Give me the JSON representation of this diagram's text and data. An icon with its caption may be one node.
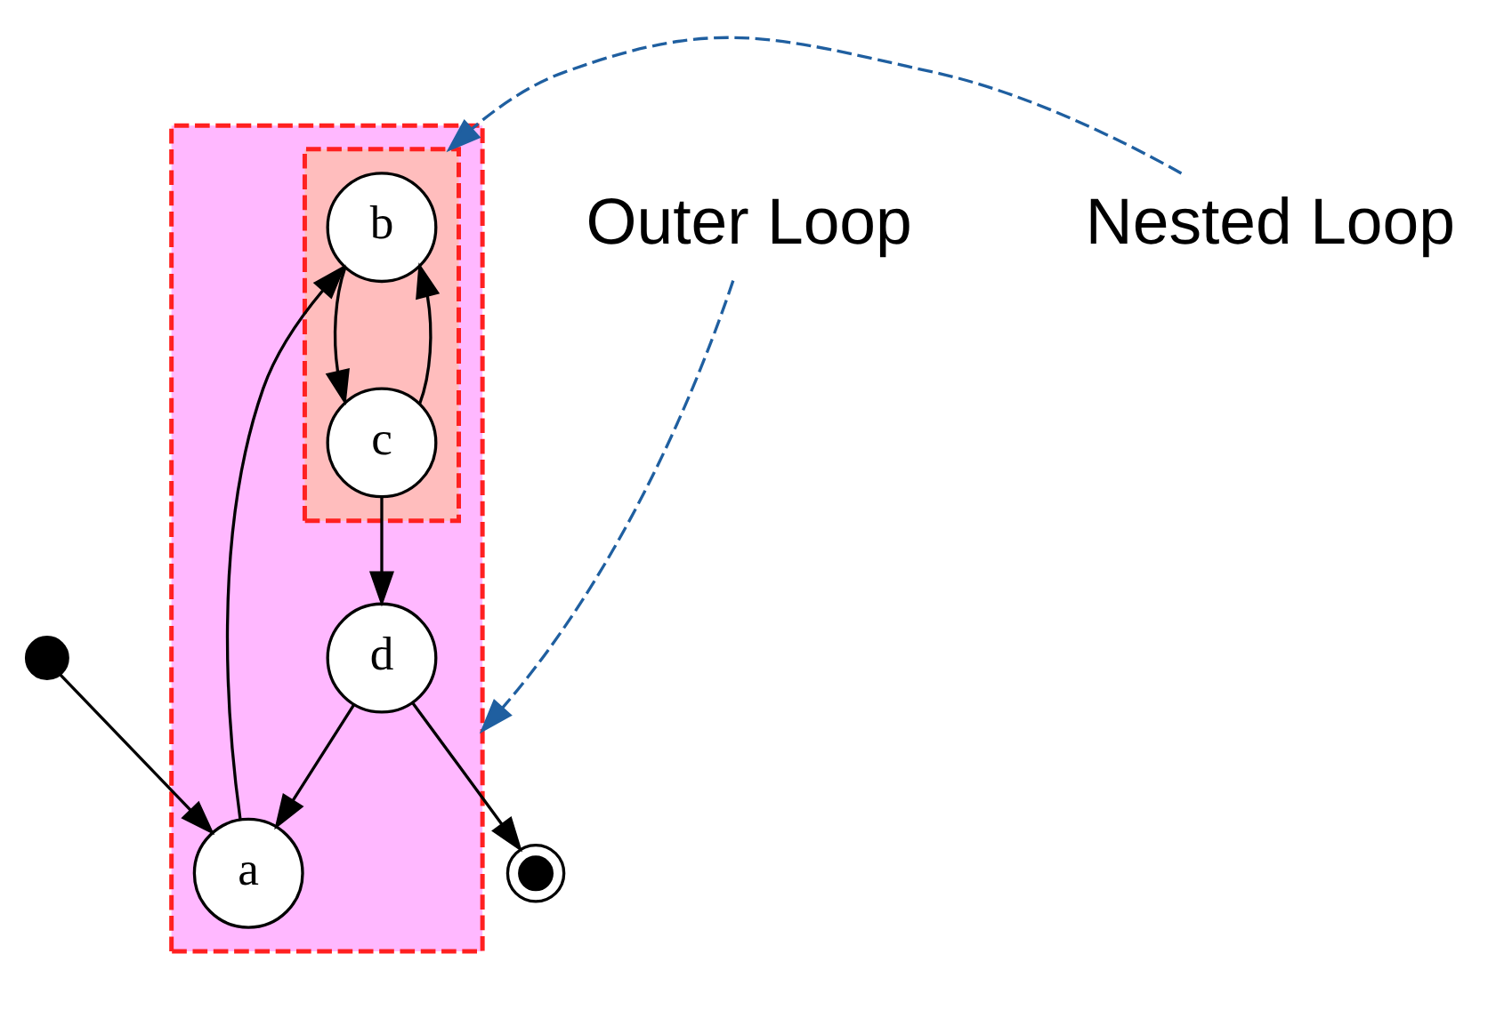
{
  "diagram": {
    "nodes": [
      {
        "text": [],
        "shape": "box"
      },
      {
        "text": [],
        "shape": "circle"
      },
      {
        "text": [
          "a"
        ],
        "in": 0
      },
      {
        "text": [],
        "shape": "box",
        "in": 0
      },
      {
        "text": [
          "b"
        ],
        "in": 3
      },
      {
        "text": [
          "c"
        ],
        "in": 3
      },
      {
        "text": [
          "d"
        ],
        "in": 0
      },
      {
        "text": [],
        "shape": "circle"
      },
      {
        "text": [
          "Outer Loop"
        ]
      },
      {
        "text": [
          "Nested Loop"
        ]
      }
    ],
    "edges": [
      {
        "from": 1,
        "to": 2,
        "arrow": "to"
      },
      {
        "from": 2,
        "to": 4,
        "arrow": "to"
      },
      {
        "from": 4,
        "to": 5,
        "arrow": "to"
      },
      {
        "from": 5,
        "to": 4,
        "arrow": "to"
      },
      {
        "from": 5,
        "to": 6,
        "arrow": "to"
      },
      {
        "from": 6,
        "to": 2,
        "arrow": "to"
      },
      {
        "from": 6,
        "to": 7,
        "arrow": "to"
      },
      {
        "from": 8,
        "to": 0,
        "arrow": "to",
        "style": "dashed",
        "color": "#1f5fa0"
      },
      {
        "from": 9,
        "to": 3,
        "arrow": "to",
        "style": "dashed",
        "color": "#1f5fa0"
      }
    ]
  }
}
